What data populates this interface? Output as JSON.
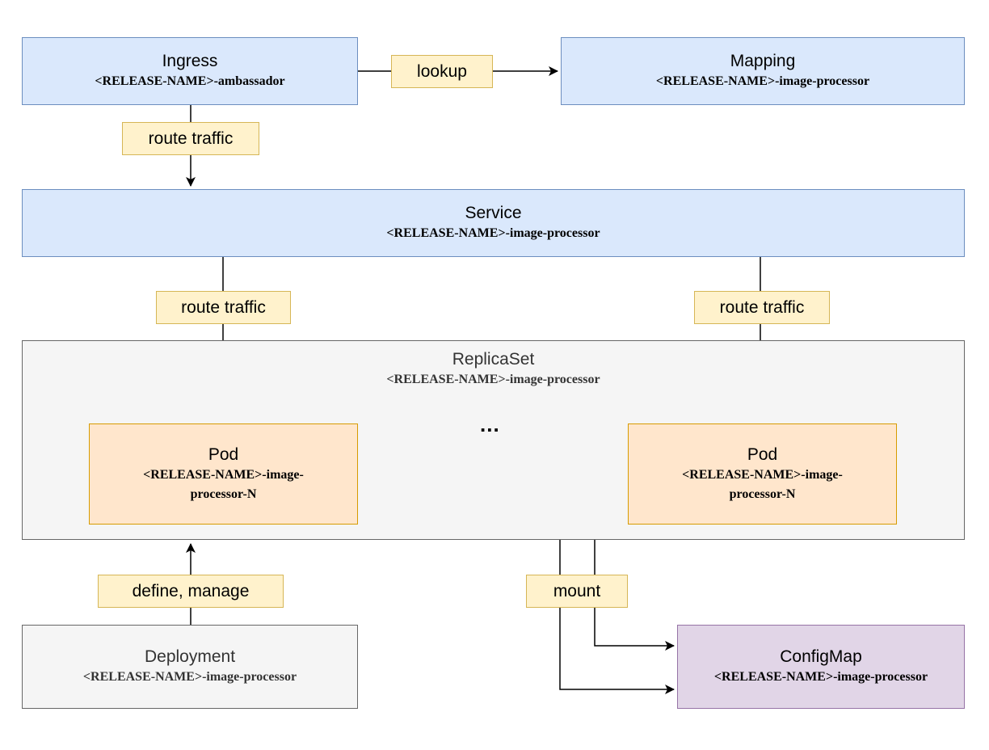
{
  "nodes": {
    "ingress": {
      "title": "Ingress",
      "subtitle": "<RELEASE-NAME>-ambassador"
    },
    "mapping": {
      "title": "Mapping",
      "subtitle": "<RELEASE-NAME>-image-processor"
    },
    "service": {
      "title": "Service",
      "subtitle": "<RELEASE-NAME>-image-processor"
    },
    "replicaset": {
      "title": "ReplicaSet",
      "subtitle": "<RELEASE-NAME>-image-processor",
      "ellipsis": "..."
    },
    "pod_left": {
      "title": "Pod",
      "subtitle_line1": "<RELEASE-NAME>-image-",
      "subtitle_line2": "processor-N"
    },
    "pod_right": {
      "title": "Pod",
      "subtitle_line1": "<RELEASE-NAME>-image-",
      "subtitle_line2": "processor-N"
    },
    "deployment": {
      "title": "Deployment",
      "subtitle": "<RELEASE-NAME>-image-processor"
    },
    "configmap": {
      "title": "ConfigMap",
      "subtitle": "<RELEASE-NAME>-image-processor"
    }
  },
  "edge_labels": {
    "lookup": "lookup",
    "route_traffic_ingress": "route traffic",
    "route_traffic_left": "route traffic",
    "route_traffic_right": "route traffic",
    "define_manage": "define, manage",
    "mount": "mount"
  },
  "colors": {
    "blue_fill": "#dae8fc",
    "blue_stroke": "#6c8ebf",
    "orange_fill": "#ffe6cc",
    "orange_stroke": "#d79b00",
    "grey_fill": "#f5f5f5",
    "grey_stroke": "#666666",
    "purple_fill": "#e1d5e7",
    "purple_stroke": "#9673a6",
    "label_fill": "#fff2cc",
    "label_stroke": "#d6b656"
  }
}
